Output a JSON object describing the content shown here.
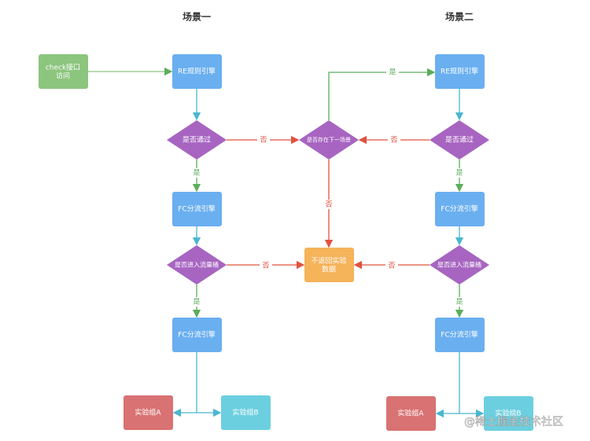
{
  "titles": {
    "scene1": "场景一",
    "scene2": "场景二"
  },
  "nodes": {
    "check_line1": "check接口",
    "check_line2": "访问",
    "re_engine": "RE规则引擎",
    "pass_decision": "是否通过",
    "next_scene_decision": "是否存在下一场景",
    "fc_engine": "FC分流引擎",
    "bucket_decision": "是否进入流量桶",
    "no_data_line1": "不返回实验",
    "no_data_line2": "数据",
    "group_a": "实验组A",
    "group_b": "实验组B"
  },
  "edge_labels": {
    "yes": "是",
    "no": "否"
  },
  "watermark": "@稀土掘金技术社区",
  "colors": {
    "green": "#8cc57e",
    "blue": "#6aaff0",
    "purple": "#a765c1",
    "orange": "#f5b35a",
    "red_box": "#d97272",
    "cyan_box": "#6ccfe0",
    "yes_line": "#5cad5c",
    "no_line": "#e0533f",
    "flow_line": "#4bb7d0"
  }
}
